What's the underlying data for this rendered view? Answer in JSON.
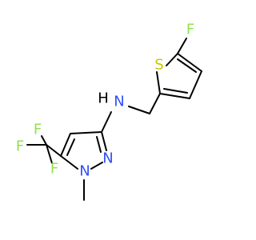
{
  "molecule": {
    "atoms": {
      "F_thiophene": {
        "symbol": "F",
        "color": "#90E050"
      },
      "S_ring": {
        "symbol": "S",
        "color": "#C8C800"
      },
      "H_amine": {
        "symbol": "H",
        "color": "#000000"
      },
      "N_amine": {
        "symbol": "N",
        "color": "#3050F8"
      },
      "N_pyrazole_2": {
        "symbol": "N",
        "color": "#3050F8"
      },
      "N_pyrazole_1": {
        "symbol": "N",
        "color": "#3050F8"
      },
      "F_cf3_top": {
        "symbol": "F",
        "color": "#90E050"
      },
      "F_cf3_left": {
        "symbol": "F",
        "color": "#90E050"
      },
      "F_cf3_bottom": {
        "symbol": "F",
        "color": "#90E050"
      }
    },
    "bond_color": "#000000"
  }
}
